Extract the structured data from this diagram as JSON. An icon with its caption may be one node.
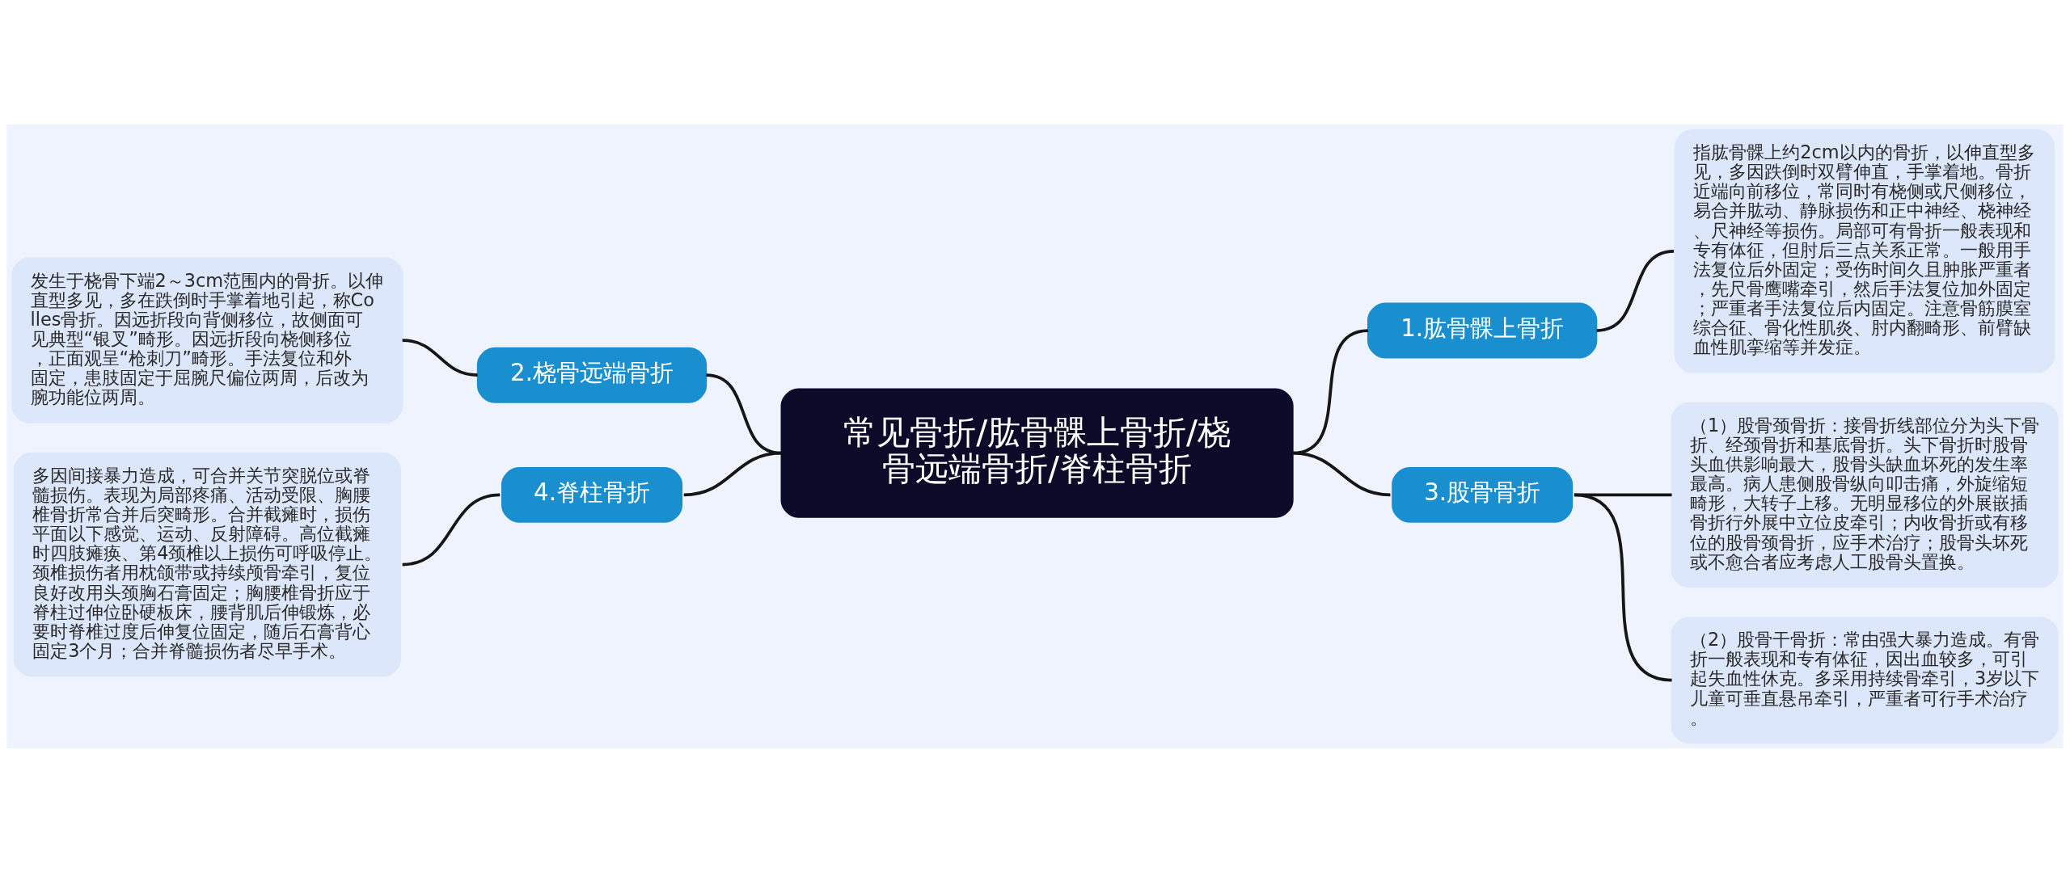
{
  "diagram": {
    "nodes": [
      {
        "text": [
          "常见骨折/肱骨髁上骨折/桡骨远端骨折/脊柱骨折"
        ]
      },
      {
        "text": [
          "1.肱骨髁上骨折"
        ]
      },
      {
        "text": [
          "指肱骨髁上约2cm以内的骨折，以伸直型多见，多因跌倒时双臂伸直，手掌着地。骨折近端向前移位，常同时有桡侧或尺侧移位，易合并肱动、静脉损伤和正中神经、桡神经、尺神经等损伤。局部可有骨折一般表现和专有体征，但肘后三点关系正常。一般用手法复位后外固定；受伤时间久且肿胀严重者，先尺骨鹰嘴牵引，然后手法复位加外固定；严重者手法复位后内固定。注意骨筋膜室综合征、骨化性肌炎、肘内翻畸形、前臂缺血性肌挛缩等并发症。"
        ]
      },
      {
        "text": [
          "2.桡骨远端骨折"
        ]
      },
      {
        "text": [
          "发生于桡骨下端2～3cm范围内的骨折。以伸直型多见，多在跌倒时手掌着地引起，称Colles骨折。因远折段向背侧移位，故侧面可见典型“银叉”畸形。因远折段向桡侧移位，正面观呈“枪刺刀”畸形。手法复位和外固定，患肢固定于屈腕尺偏位两周，后改为腕功能位两周。"
        ]
      },
      {
        "text": [
          "3.股骨骨折"
        ]
      },
      {
        "text": [
          "（1）股骨颈骨折：接骨折线部位分为头下骨折、经颈骨折和基底骨折。头下骨折时股骨头血供影响最大，股骨头缺血坏死的发生率最高。病人患侧股骨纵向叩击痛，外旋缩短畸形，大转子上移。无明显移位的外展嵌插骨折行外展中立位皮牵引；内收骨折或有移位的股骨颈骨折，应手术治疗；股骨头坏死或不愈合者应考虑人工股骨头置换。"
        ]
      },
      {
        "text": [
          "（2）股骨干骨折：常由强大暴力造成。有骨折一般表现和专有体征，因出血较多，可引起失血性休克。多采用持续骨牵引，3岁以下儿童可垂直悬吊牵引，严重者可行手术治疗。"
        ]
      },
      {
        "text": [
          "4.脊柱骨折"
        ]
      },
      {
        "text": [
          "多因间接暴力造成，可合并关节突脱位或脊髓损伤。表现为局部疼痛、活动受限、胸腰椎骨折常合并后突畸形。合并截瘫时，损伤平面以下感觉、运动、反射障碍。高位截瘫时四肢瘫痪、第4颈椎以上损伤可呼吸停止。颈椎损伤者用枕颌带或持续颅骨牵引，复位良好改用头颈胸石膏固定；胸腰椎骨折应于脊柱过伸位卧硬板床，腰背肌后伸锻炼，必要时脊椎过度后伸复位固定，随后石膏背心固定3个月；合并脊髓损伤者尽早手术。"
        ]
      }
    ],
    "edges": [
      {
        "from": 0,
        "to": 1,
        "arrow": "none"
      },
      {
        "from": 1,
        "to": 2,
        "arrow": "none"
      },
      {
        "from": 0,
        "to": 3,
        "arrow": "none"
      },
      {
        "from": 3,
        "to": 4,
        "arrow": "none"
      },
      {
        "from": 0,
        "to": 5,
        "arrow": "none"
      },
      {
        "from": 5,
        "to": 6,
        "arrow": "none"
      },
      {
        "from": 5,
        "to": 7,
        "arrow": "none"
      },
      {
        "from": 0,
        "to": 8,
        "arrow": "none"
      },
      {
        "from": 8,
        "to": 9,
        "arrow": "none"
      }
    ]
  }
}
